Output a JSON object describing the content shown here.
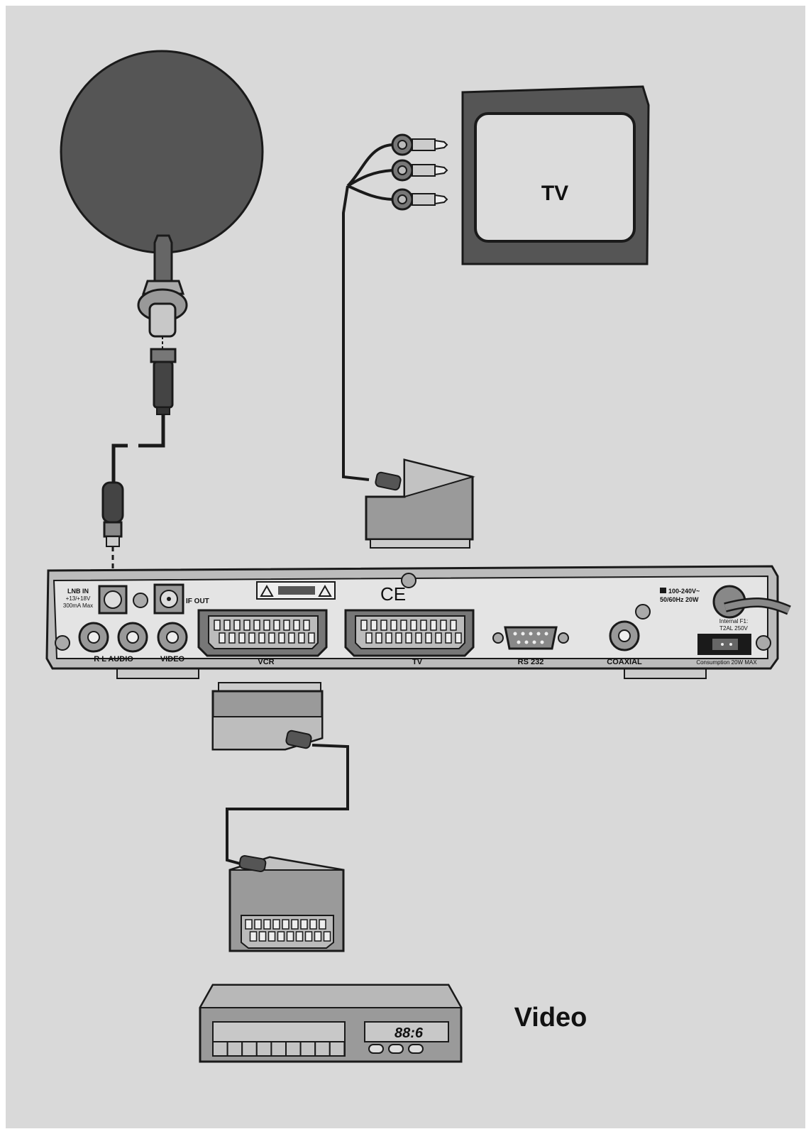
{
  "labels": {
    "tv": "TV",
    "video": "Video",
    "vcr_display": "88:6"
  },
  "receiver": {
    "lnb_in": "LNB IN",
    "lnb_spec_1": "+13/+18V",
    "lnb_spec_2": "300mA Max",
    "if_out": "IF OUT",
    "audio": "R L AUDIO",
    "video": "VIDEO",
    "vcr": "VCR",
    "tv": "TV",
    "rs232": "RS 232",
    "coaxial": "COAXIAL",
    "ce": "CE",
    "power_1": "100-240V~",
    "power_2": "50/60Hz 20W",
    "fuse_1": "Internal F1:",
    "fuse_2": "T2AL 250V",
    "consumption": "Consumption 20W MAX"
  },
  "colors": {
    "background": "#d9d9d9",
    "device_fill": "#bcbcbc",
    "dark_fill": "#555555",
    "stroke": "#1a1a1a"
  }
}
